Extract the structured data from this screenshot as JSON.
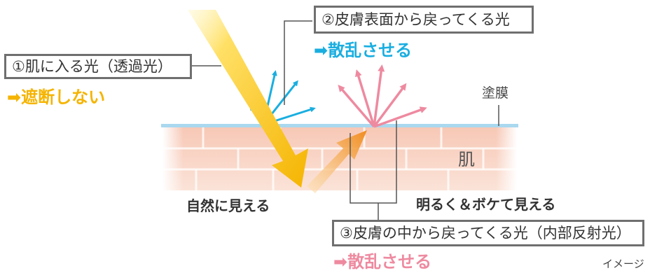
{
  "labels": {
    "light1": "①肌に入る光（透過光）",
    "light2": "②皮膚表面から戻ってくる光",
    "light3": "③皮膚の中から戻ってくる光（内部反射光）"
  },
  "outcomes": {
    "light1": "➡遮断しない",
    "light2": "➡散乱させる",
    "light3": "➡散乱させる"
  },
  "captions": {
    "coating": "塗膜",
    "skin": "肌",
    "natural": "自然に見える",
    "bright": "明るく＆ボケて見える",
    "image_note": "イメージ"
  },
  "colors": {
    "light1": "#f5b400",
    "light2": "#1aaee0",
    "light3": "#ee8aa0",
    "internal": "#f08c1e",
    "box_border": "#6f6f6f",
    "coating": "#a9d8ef",
    "skin": "#f8d3c4"
  }
}
